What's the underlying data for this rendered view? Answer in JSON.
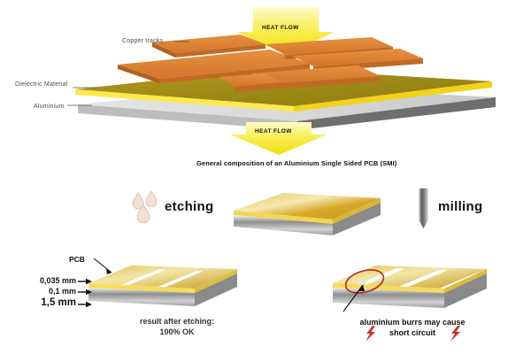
{
  "diagram": {
    "title_caption": "General composition of an Aluminium Single Sided PCB  (SMI)",
    "exploded_labels": {
      "copper": "Copper tracks",
      "dielectric": "Dielectric Material",
      "aluminium": "Aluminium"
    },
    "heat_flow_top": "HEAT FLOW",
    "heat_flow_bottom": "HEAT FLOW",
    "processes": {
      "etching": "etching",
      "milling": "milling"
    },
    "dimensions": {
      "copper": "0,035 mm",
      "dielectric": "0,1 mm",
      "aluminium": "1,5 mm",
      "pcb_tag": "PCB"
    },
    "results": {
      "etching_line1": "result after etching:",
      "etching_line2": "100% OK",
      "milling_line1": "aluminium burrs may cause",
      "milling_line2": "short circuit"
    },
    "icons": {
      "droplet": "droplet-icon",
      "mill_bit": "milling-cutter-icon",
      "bolt": "lightning-bolt-icon",
      "arrow": "arrow-icon",
      "highlight": "red-ellipse-highlight-icon"
    },
    "colors": {
      "heat_arrow": "#F7EA3A",
      "copper": "#D4762A",
      "copper_top": "#E08B3C",
      "dielectric": "#9E8A18",
      "dielectric_edge": "#FFE94D",
      "aluminium": "#D9D9D9",
      "aluminium_side": "#6E6E6E",
      "gold_top": "#C8A02A",
      "warning_red": "#C0392B",
      "text": "#111111"
    }
  }
}
